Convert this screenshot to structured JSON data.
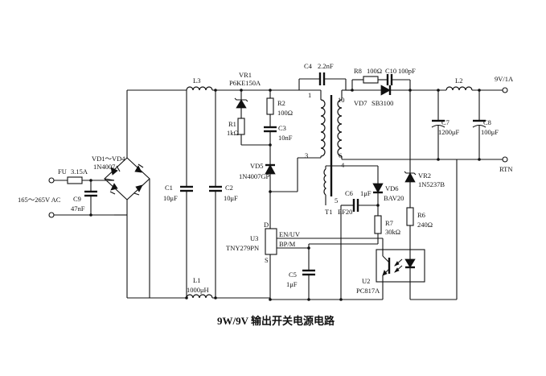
{
  "title": "9W/9V 输出开关电源电路",
  "input": {
    "fuse": "FU",
    "fuse_value": "3.15A",
    "voltage": "165～265V AC",
    "c9": "C9",
    "c9_value": "47nF"
  },
  "bridge": {
    "name": "VD1～VD4",
    "part": "1N4007"
  },
  "inductors": {
    "l3": "L3",
    "l1": "L1",
    "l1_value": "1000μH",
    "l2": "L2"
  },
  "caps": {
    "c1": "C1",
    "c1_value": "10μF",
    "c2": "C2",
    "c2_value": "10μF",
    "c3": "C3",
    "c3_value": "10nF",
    "c4": "C4",
    "c4_value": "2.2nF",
    "c5": "C5",
    "c5_value": "1μF",
    "c6": "C6",
    "c6_value": "1μF",
    "c7": "C7",
    "c7_value": "1200μF",
    "c8": "C8",
    "c8_value": "100μF",
    "c10": "C10",
    "c10_value": "100pF"
  },
  "resistors": {
    "r1": "R1",
    "r1_value": "1kΩ",
    "r2": "R2",
    "r2_value": "100Ω",
    "r6": "R6",
    "r6_value": "240Ω",
    "r7": "R7",
    "r7_value": "30kΩ",
    "r8": "R8",
    "r8_value": "100Ω"
  },
  "diodes": {
    "vr1": "VR1",
    "vr1_part": "P6KE150A",
    "vd5": "VD5",
    "vd5_part": "1N4007GP",
    "vd6": "VD6",
    "vd6_part": "BAV20",
    "vd7": "VD7",
    "vd7_part": "SB3100",
    "vr2": "VR2",
    "vr2_part": "1N5237B"
  },
  "ic": {
    "ref": "U3",
    "part": "TNY279PN",
    "pin_d": "D",
    "pin_s": "S",
    "pin_en": "EN/UV",
    "pin_bp": "BP/M"
  },
  "opto": {
    "ref": "U2",
    "part": "PC817A"
  },
  "transformer": {
    "ref": "T1",
    "core": "EF20",
    "pin1": "1",
    "pin3": "3",
    "pin4": "4",
    "pin5": "5",
    "pin6": "6",
    "pin10": "10"
  },
  "outputs": {
    "vout": "9V/1A",
    "rtn": "RTN"
  },
  "colors": {
    "ink": "#111111",
    "paper": "#ffffff"
  }
}
